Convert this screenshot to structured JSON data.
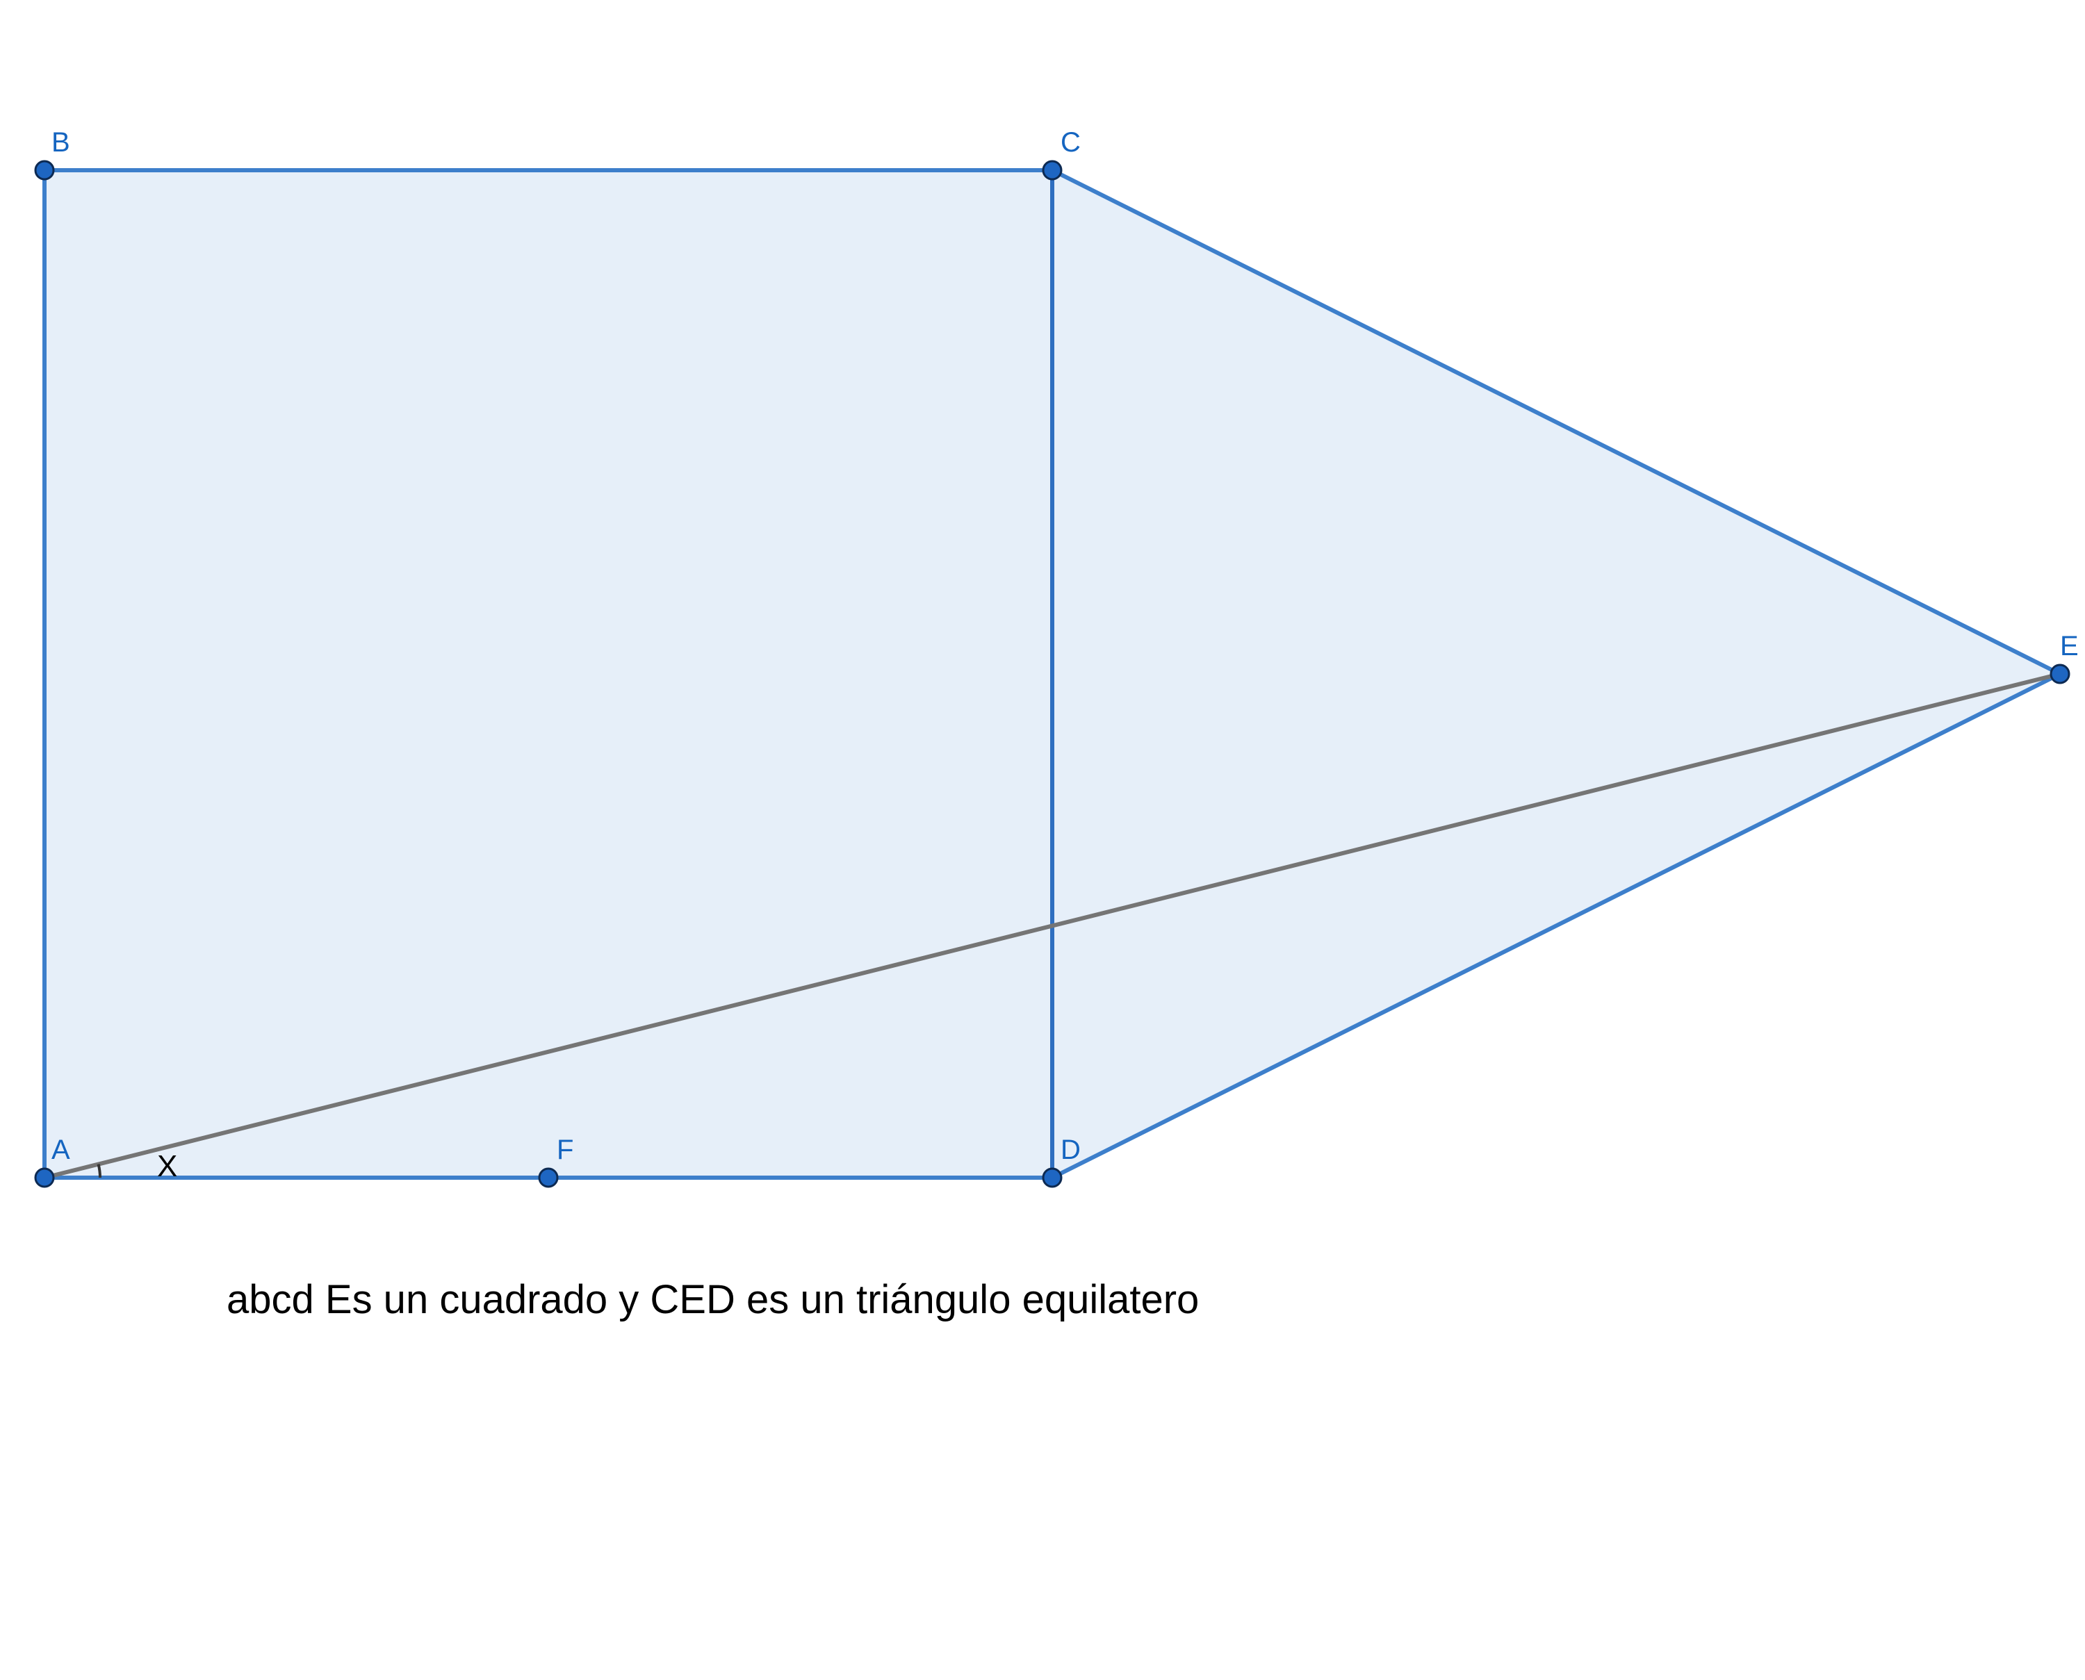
{
  "diagram": {
    "points": {
      "A": {
        "label": "A"
      },
      "B": {
        "label": "B"
      },
      "C": {
        "label": "C"
      },
      "D": {
        "label": "D"
      },
      "E": {
        "label": "E"
      },
      "F": {
        "label": "F"
      }
    },
    "angle_label": "X",
    "caption": "abcd Es un cuadrado y CED es un triángulo equilatero",
    "colors": {
      "fill": "#e6eff9",
      "edge": "#3d7fcb",
      "segment_AE": "#757575",
      "point_fill": "#1e66c2",
      "point_stroke": "#0d2a52",
      "label": "#1565c0"
    }
  }
}
